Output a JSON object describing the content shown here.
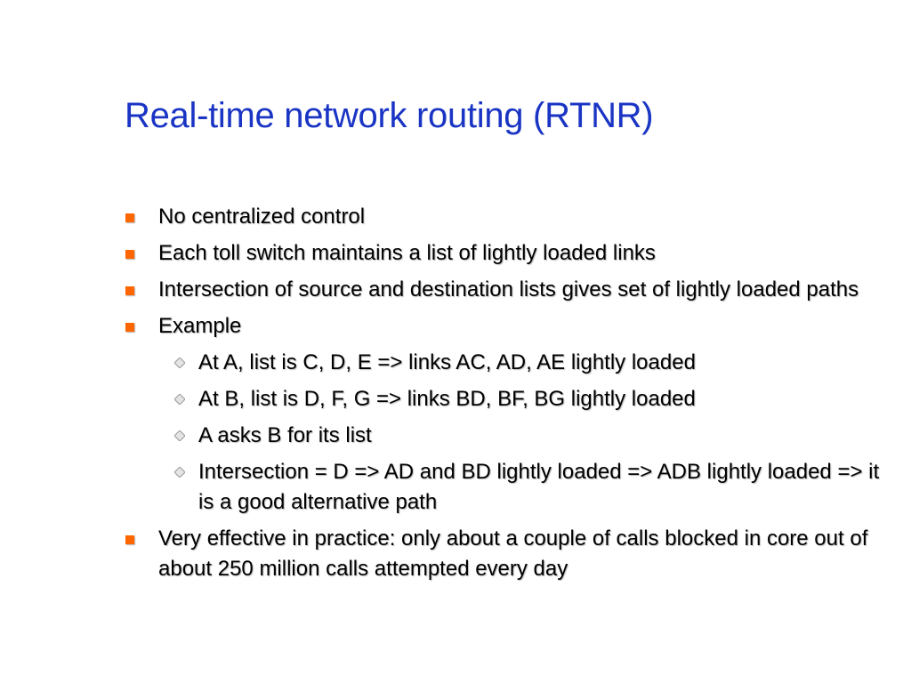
{
  "slide": {
    "title": "Real-time network routing (RTNR)",
    "bullet_icon": "orange-square-icon",
    "sub_bullet_icon": "diamond-icon",
    "colors": {
      "title": "#1a34c4",
      "bullet": "#ff6600",
      "sub_bullet": "#b8b8b8",
      "text": "#000000"
    },
    "bullets": [
      "No centralized control",
      "Each toll switch maintains a list of lightly loaded links",
      "Intersection of source and destination lists gives set of lightly loaded paths",
      "Example",
      "Very effective in practice: only about a couple of calls blocked in core out of about 250 million calls attempted every day"
    ],
    "sub_bullets": [
      "At A, list is C, D, E => links AC, AD, AE lightly loaded",
      "At B, list is D, F, G => links BD, BF, BG lightly loaded",
      "A asks B for its list",
      "Intersection = D => AD and BD lightly loaded => ADB lightly loaded => it is a good alternative path"
    ]
  }
}
